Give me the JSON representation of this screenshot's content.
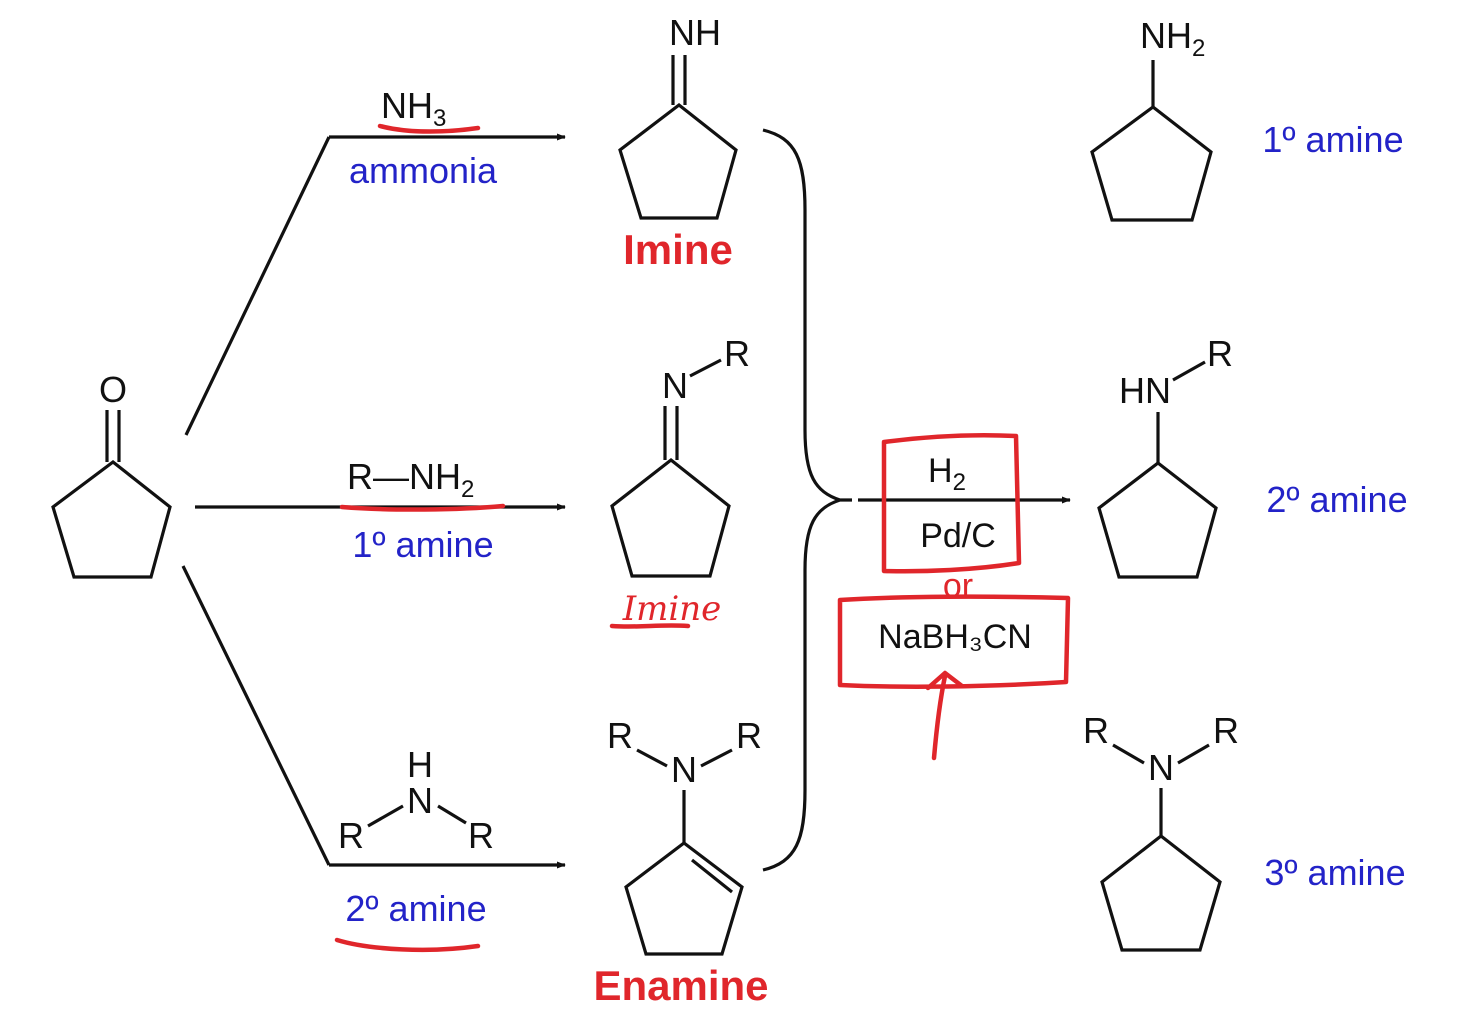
{
  "reactant": {
    "atom": "O"
  },
  "paths": {
    "ammonia": {
      "formula": "NH",
      "formula_sub": "3",
      "label": "ammonia"
    },
    "primary": {
      "formula": "R—NH",
      "formula_sub": "2",
      "label": "1º amine"
    },
    "secondary": {
      "h": "H",
      "n": "N",
      "r_left": "R",
      "r_right": "R",
      "label": "2º amine"
    }
  },
  "intermediates": {
    "imine": {
      "atom": "NH",
      "label": "Imine"
    },
    "n_imine": {
      "n": "N",
      "r": "R",
      "handwritten_label": "Imine"
    },
    "enamine": {
      "n": "N",
      "r_left": "R",
      "r_right": "R",
      "label": "Enamine"
    }
  },
  "reagents": {
    "h2": "H",
    "h2_sub": "2",
    "catalyst": "Pd/C",
    "or": "or",
    "borohydride": "NaBH₃CN"
  },
  "products": {
    "primary": {
      "atom": "NH",
      "atom_sub": "2",
      "label": "1º amine"
    },
    "secondary": {
      "hn": "HN",
      "r": "R",
      "label": "2º amine"
    },
    "tertiary": {
      "n": "N",
      "r_left": "R",
      "r_right": "R",
      "label": "3º amine"
    }
  },
  "colors": {
    "ink": "#111111",
    "blue_label": "#2323c8",
    "red_annotation": "#e0262b"
  }
}
